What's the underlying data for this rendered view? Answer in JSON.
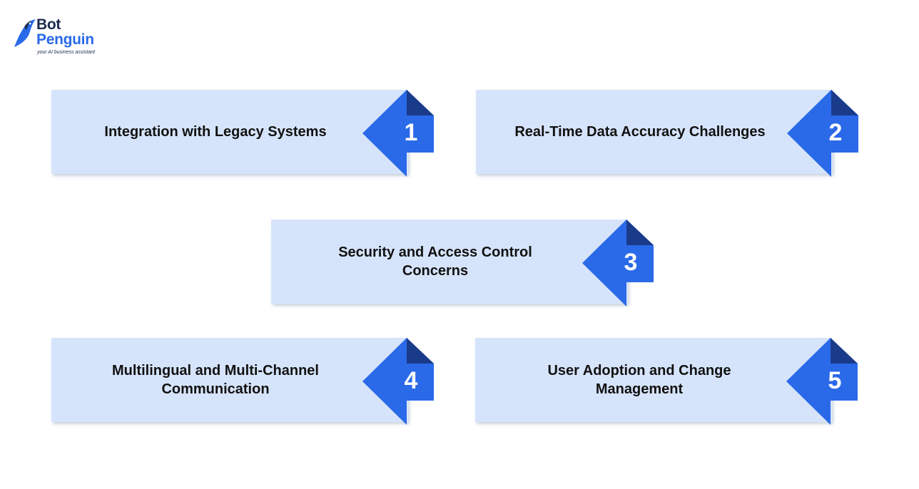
{
  "logo": {
    "line1": "Bot",
    "line2": "Penguin",
    "tagline": "your AI business assistant"
  },
  "colors": {
    "card_bg": "#d6e4fb",
    "arrow_blue": "#2a6ae9",
    "fold_dark": "#1a3b8a",
    "text": "#111111"
  },
  "items": [
    {
      "number": "1",
      "label": "Integration with Legacy Systems"
    },
    {
      "number": "2",
      "label": "Real-Time Data Accuracy Challenges"
    },
    {
      "number": "3",
      "label": "Security and Access Control Concerns"
    },
    {
      "number": "4",
      "label": "Multilingual and Multi-Channel Communication"
    },
    {
      "number": "5",
      "label": "User Adoption and Change Management"
    }
  ]
}
